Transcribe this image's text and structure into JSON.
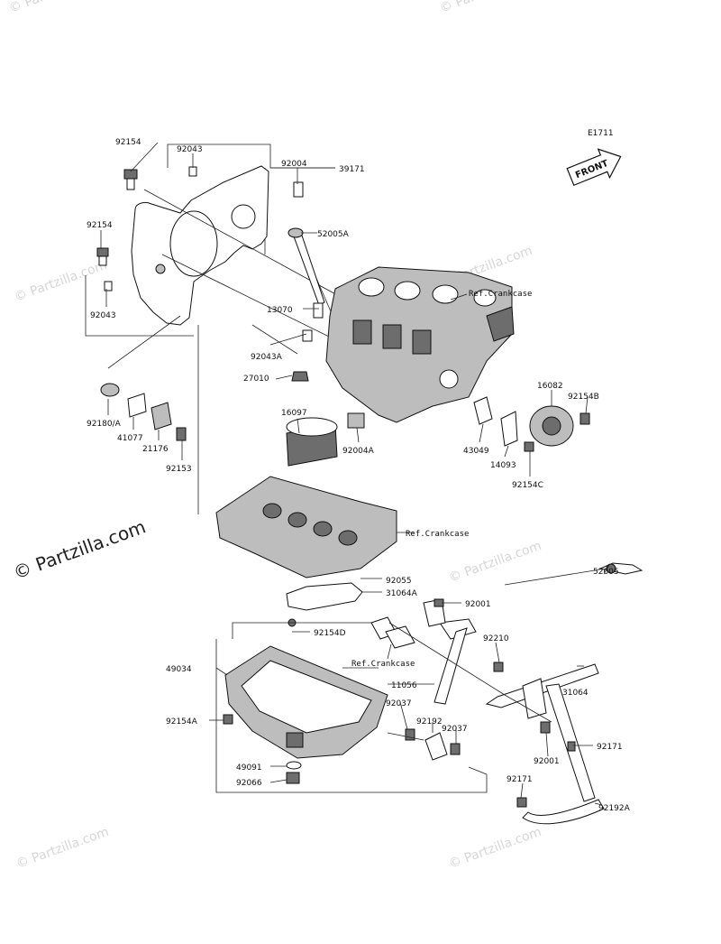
{
  "diagram_code": "E1711",
  "front_arrow_label": "FRONT",
  "watermark_text": "© Partzilla.com",
  "parts": {
    "p92154_top": "92154",
    "p92043_top": "92043",
    "p92004": "92004",
    "p39171": "39171",
    "p92154_mid": "92154",
    "p52005A": "52005A",
    "p92043_left": "92043",
    "p13070": "13070",
    "p92043A": "92043A",
    "p27010": "27010",
    "p16097": "16097",
    "p92004A": "92004A",
    "p92180A": "92180/A",
    "p41077": "41077",
    "p21176": "21176",
    "p92153": "92153",
    "p16082": "16082",
    "p92154B": "92154B",
    "p43049": "43049",
    "p14093": "14093",
    "p92154C": "92154C",
    "p52005": "52005",
    "p92055": "92055",
    "p31064A": "31064A",
    "p92001_top": "92001",
    "p92154D": "92154D",
    "p92210": "92210",
    "p49034": "49034",
    "p11056": "11056",
    "p31064": "31064",
    "p92037_a": "92037",
    "p92192": "92192",
    "p92037_b": "92037",
    "p92154A": "92154A",
    "p92001_bot": "92001",
    "p92171_a": "92171",
    "p49091": "49091",
    "p92066": "92066",
    "p92171_b": "92171",
    "p92192A": "92192A"
  },
  "refs": {
    "ref_crankcase_upper": "Ref.Crankcase",
    "ref_crankcase_mid": "Ref.Crankcase",
    "ref_crankcase_low": "Ref.Crankcase"
  }
}
